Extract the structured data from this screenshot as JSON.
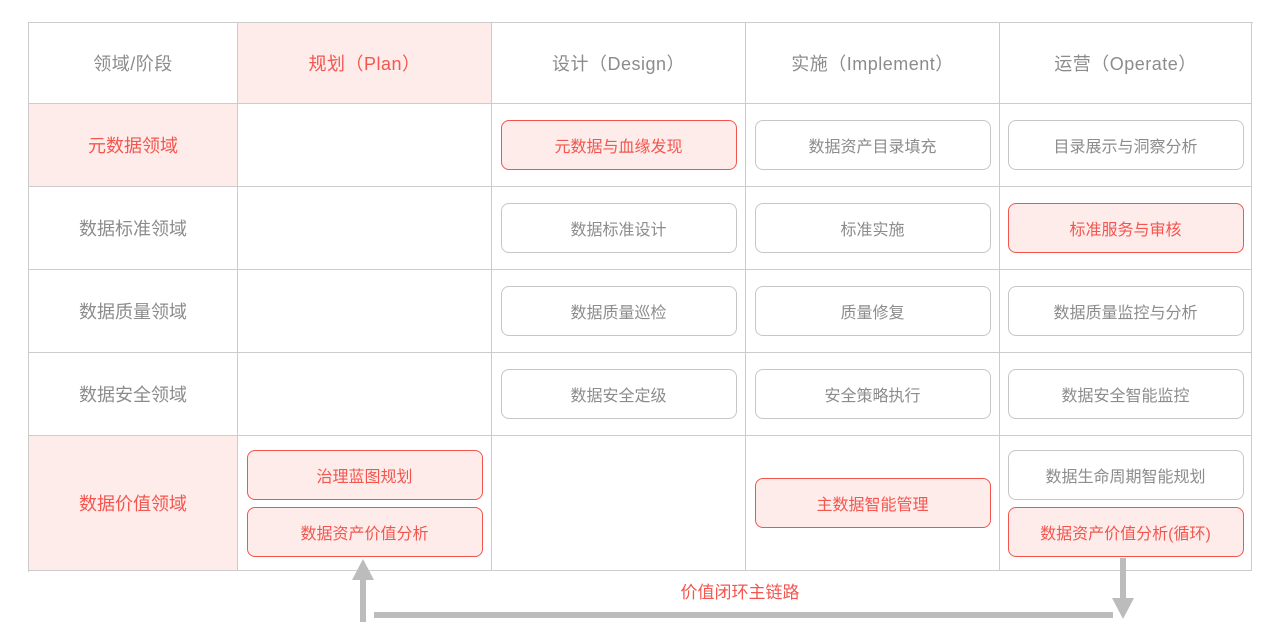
{
  "table": {
    "header": {
      "corner": "领域/阶段",
      "phases": [
        {
          "label": "规划（Plan）",
          "highlight": true
        },
        {
          "label": "设计（Design）",
          "highlight": false
        },
        {
          "label": "实施（Implement）",
          "highlight": false
        },
        {
          "label": "运营（Operate）",
          "highlight": false
        }
      ]
    },
    "rows": [
      {
        "domain": "元数据领域",
        "highlight": true,
        "cells": {
          "plan": [],
          "design": [
            {
              "label": "元数据与血缘发现",
              "highlight": true
            }
          ],
          "implement": [
            {
              "label": "数据资产目录填充",
              "highlight": false
            }
          ],
          "operate": [
            {
              "label": "目录展示与洞察分析",
              "highlight": false
            }
          ]
        }
      },
      {
        "domain": "数据标准领域",
        "highlight": false,
        "cells": {
          "plan": [],
          "design": [
            {
              "label": "数据标准设计",
              "highlight": false
            }
          ],
          "implement": [
            {
              "label": "标准实施",
              "highlight": false
            }
          ],
          "operate": [
            {
              "label": "标准服务与审核",
              "highlight": true
            }
          ]
        }
      },
      {
        "domain": "数据质量领域",
        "highlight": false,
        "cells": {
          "plan": [],
          "design": [
            {
              "label": "数据质量巡检",
              "highlight": false
            }
          ],
          "implement": [
            {
              "label": "质量修复",
              "highlight": false
            }
          ],
          "operate": [
            {
              "label": "数据质量监控与分析",
              "highlight": false
            }
          ]
        }
      },
      {
        "domain": "数据安全领域",
        "highlight": false,
        "cells": {
          "plan": [],
          "design": [
            {
              "label": "数据安全定级",
              "highlight": false
            }
          ],
          "implement": [
            {
              "label": "安全策略执行",
              "highlight": false
            }
          ],
          "operate": [
            {
              "label": "数据安全智能监控",
              "highlight": false
            }
          ]
        }
      },
      {
        "domain": "数据价值领域",
        "highlight": true,
        "cells": {
          "plan": [
            {
              "label": "治理蓝图规划",
              "highlight": true
            },
            {
              "label": "数据资产价值分析",
              "highlight": true
            }
          ],
          "design": [],
          "implement": [
            {
              "label": "主数据智能管理",
              "highlight": true
            }
          ],
          "operate": [
            {
              "label": "数据生命周期智能规划",
              "highlight": false
            },
            {
              "label": "数据资产价值分析(循环)",
              "highlight": true
            }
          ]
        }
      }
    ]
  },
  "loop": {
    "label": "价值闭环主链路"
  },
  "colors": {
    "accent_red": "#f4564f",
    "highlight_pink": "#fdecea",
    "highlight_border": "#f2544e",
    "gray_text": "#8c8c8c",
    "grid_border": "#cccccc",
    "arrow_gray": "#bcbcbc"
  }
}
